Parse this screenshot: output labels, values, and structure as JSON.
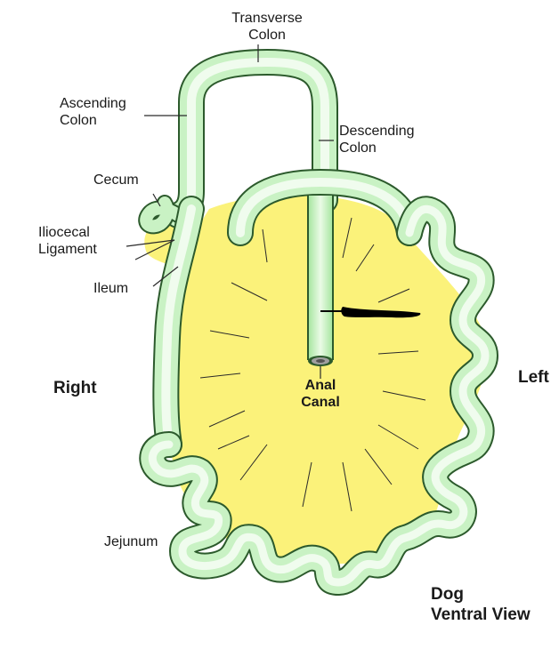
{
  "diagram": {
    "labels": {
      "transverse_colon": "Transverse\nColon",
      "ascending_colon": "Ascending\nColon",
      "descending_colon": "Descending\nColon",
      "cecum": "Cecum",
      "iliocecal_ligament": "Iliocecal\nLigament",
      "ileum": "Ileum",
      "right": "Right",
      "left": "Left",
      "anal_canal": "Anal\nCanal",
      "jejunum": "Jejunum",
      "dog": "Dog",
      "ventral_view": "Ventral View"
    },
    "colors": {
      "intestine_fill": "#c9f2c4",
      "intestine_highlight": "#f0fcee",
      "intestine_outline": "#2c5a2c",
      "mesentery_yellow": "#fbf27a",
      "leader_line": "#2a2a2a",
      "marker_black": "#000000"
    }
  }
}
